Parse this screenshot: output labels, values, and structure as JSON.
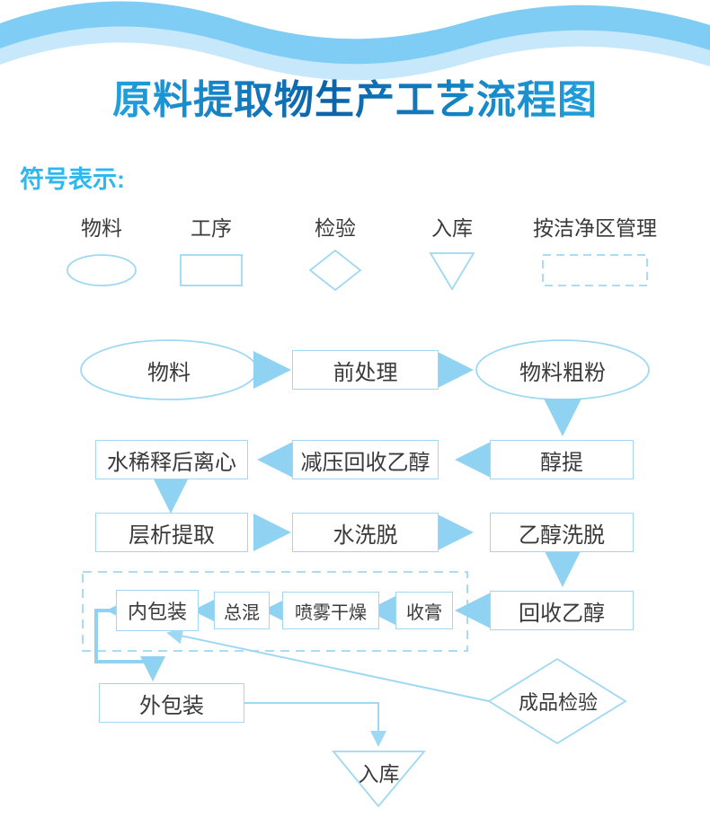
{
  "header": {
    "wave_color_top": "#7fcdf4",
    "wave_color_bottom": "#c7e8fa",
    "title": "原料提取物生产工艺流程图",
    "title_gradient_from": "#2fb6ef",
    "title_gradient_mid": "#0c63a8",
    "title_gradient_to": "#2fb6ef"
  },
  "legend": {
    "heading": "符号表示:",
    "heading_color": "#2eb8f0",
    "items": [
      {
        "label": "物料",
        "shape": "ellipse",
        "icon": "ellipse-icon"
      },
      {
        "label": "工序",
        "shape": "rectangle",
        "icon": "rectangle-icon"
      },
      {
        "label": "检验",
        "shape": "diamond",
        "icon": "diamond-icon"
      },
      {
        "label": "入库",
        "shape": "triangle-down",
        "icon": "triangle-down-icon"
      },
      {
        "label": "按洁净区管理",
        "shape": "dashed-rectangle",
        "icon": "dashed-rectangle-icon"
      }
    ]
  },
  "theme": {
    "line_color": "#9fd8f3",
    "arrow_color": "#8fd2f2",
    "text_color": "#3a3a3a",
    "background": "#ffffff"
  },
  "flow": {
    "nodes": [
      {
        "id": "n1",
        "label": "物料",
        "shape": "ellipse"
      },
      {
        "id": "n2",
        "label": "前处理",
        "shape": "rectangle"
      },
      {
        "id": "n3",
        "label": "物料粗粉",
        "shape": "ellipse"
      },
      {
        "id": "n4",
        "label": "醇提",
        "shape": "rectangle"
      },
      {
        "id": "n5",
        "label": "减压回收乙醇",
        "shape": "rectangle"
      },
      {
        "id": "n6",
        "label": "水稀释后离心",
        "shape": "rectangle"
      },
      {
        "id": "n7",
        "label": "层析提取",
        "shape": "rectangle"
      },
      {
        "id": "n8",
        "label": "水洗脱",
        "shape": "rectangle"
      },
      {
        "id": "n9",
        "label": "乙醇洗脱",
        "shape": "rectangle"
      },
      {
        "id": "n10",
        "label": "回收乙醇",
        "shape": "rectangle"
      },
      {
        "id": "n11",
        "label": "收膏",
        "shape": "rectangle"
      },
      {
        "id": "n12",
        "label": "喷雾干燥",
        "shape": "rectangle"
      },
      {
        "id": "n13",
        "label": "总混",
        "shape": "rectangle"
      },
      {
        "id": "n14",
        "label": "内包装",
        "shape": "rectangle"
      },
      {
        "id": "n15",
        "label": "外包装",
        "shape": "rectangle"
      },
      {
        "id": "n16",
        "label": "成品检验",
        "shape": "diamond"
      },
      {
        "id": "n17",
        "label": "入库",
        "shape": "triangle-down"
      }
    ],
    "clean_zone_region": "按洁净区管理"
  }
}
